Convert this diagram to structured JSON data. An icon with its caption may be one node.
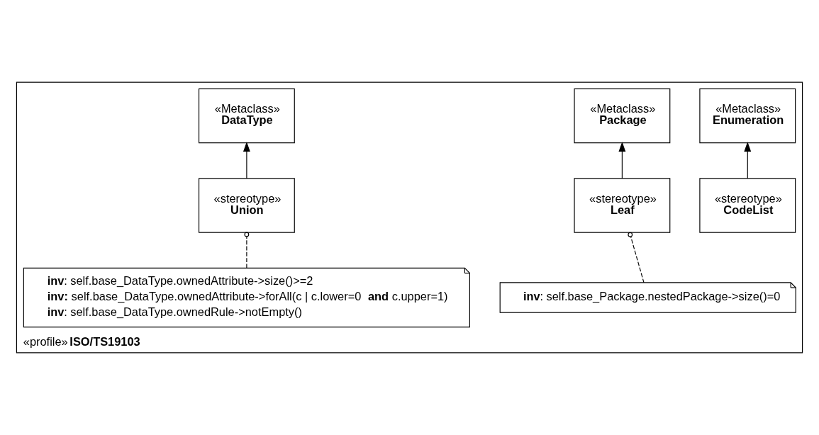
{
  "diagram": {
    "nodes": [
      {
        "text": [
          "«profile» **ISO/TS19103**"
        ]
      },
      {
        "text": [
          "«Metaclass»",
          "Package"
        ],
        "in": 0
      },
      {
        "text": [
          "«Metaclass»",
          "Enumeration"
        ],
        "in": 0
      },
      {
        "text": [
          "«Metaclass»",
          "DataType"
        ],
        "in": 0
      },
      {
        "text": [
          "«stereotype»",
          "Leaf"
        ],
        "in": 0
      },
      {
        "text": [
          "«stereotype»",
          "CodeList"
        ],
        "in": 0
      },
      {
        "text": [
          "«stereotype»",
          "Union"
        ],
        "in": 0
      },
      {
        "text": [
          "**inv**: self.base_Package.nestedPackage->size()=0"
        ],
        "in": 0
      },
      {
        "text": [
          "**inv**: self.base_DataType.ownedAttribute->size()>=2",
          "**inv:** self.base_DataType.ownedAttribute->forAll(c | c.lower=0 **and** c.upper=1)",
          "**inv**: self.base_DataType.ownedRule->notEmpty()"
        ],
        "in": 0
      }
    ],
    "edges": [
      {
        "from": 4,
        "to": 1,
        "arrow": "to"
      },
      {
        "from": 5,
        "to": 2,
        "arrow": "to"
      },
      {
        "from": 6,
        "to": 3,
        "arrow": "to"
      },
      {
        "from": 4,
        "to": 7,
        "arrow": "other",
        "style": "dashed"
      },
      {
        "from": 6,
        "to": 8,
        "arrow": "other",
        "style": "dashed"
      }
    ]
  }
}
